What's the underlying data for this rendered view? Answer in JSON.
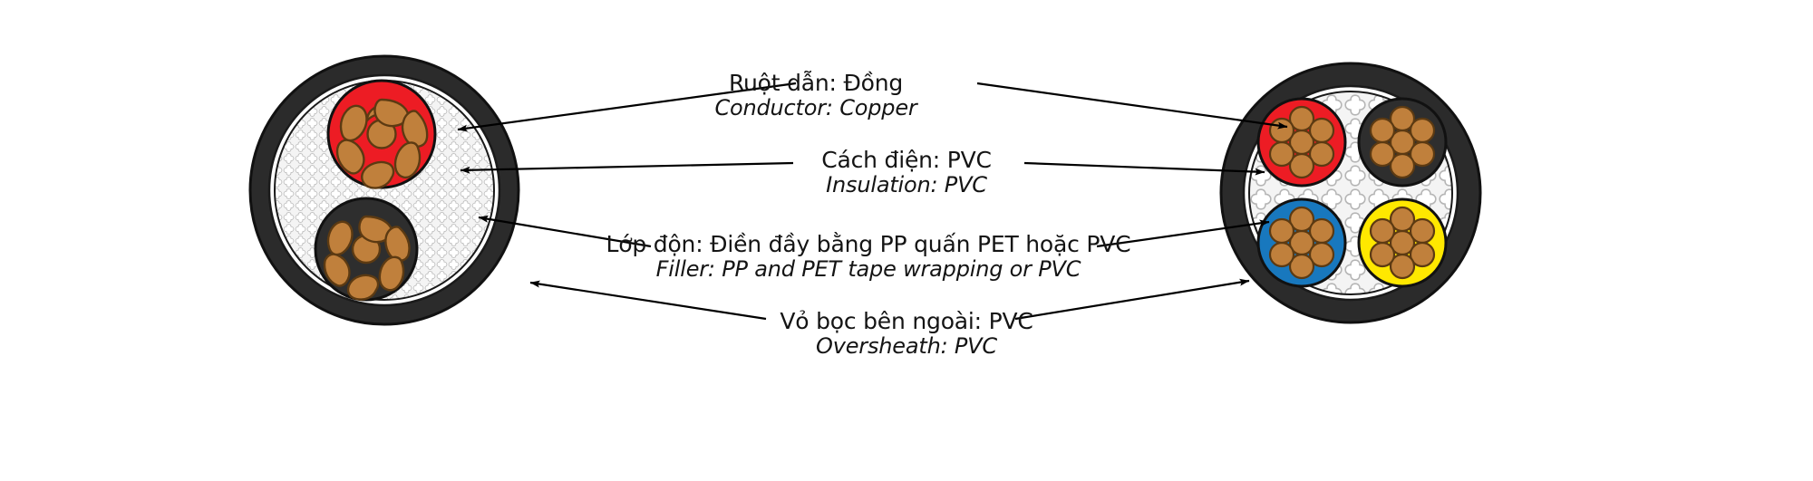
{
  "diagram": {
    "title": "Cable cross-section construction diagram",
    "background": "#ffffff"
  },
  "labels": [
    {
      "key": "conductor",
      "vi": "Ruột dẫn: Đồng",
      "en": "Conductor: Copper",
      "name": "label-conductor"
    },
    {
      "key": "insulation",
      "vi": "Cách điện: PVC",
      "en": "Insulation: PVC",
      "name": "label-insulation"
    },
    {
      "key": "filler",
      "vi": "Lớp độn: Điền đầy bằng PP quấn PET hoặc PVC",
      "en": "Filler: PP and PET tape wrapping or PVC",
      "name": "label-filler"
    },
    {
      "key": "oversheath",
      "vi": "Vỏ bọc bên ngoài: PVC",
      "en": "Oversheath: PVC",
      "name": "label-oversheath"
    }
  ],
  "colors": {
    "sheath_dark": "#2b2b2b",
    "sheath_edge": "#151515",
    "filler_white": "#f2f2f2",
    "filler_texture": "#c9c9c9",
    "gap_ring": "#ffffff",
    "insulation_red": "#ed1c24",
    "insulation_black": "#2e2e2e",
    "insulation_blue": "#1878be",
    "insulation_yellow": "#ffe800",
    "copper": "#c0803c",
    "copper_outline": "#5c3a12",
    "leader_line": "#000000",
    "text": "#141414"
  },
  "cables": [
    {
      "key": "two-core",
      "name": "two-core-cable",
      "position": "left",
      "cores": [
        {
          "insulation": "red",
          "conductor": "copper",
          "strands": 7,
          "strand_shape": "compacted"
        },
        {
          "insulation": "black",
          "conductor": "copper",
          "strands": 7,
          "strand_shape": "compacted"
        }
      ],
      "layers": [
        "conductor",
        "insulation",
        "filler",
        "oversheath"
      ]
    },
    {
      "key": "four-core",
      "name": "four-core-cable",
      "position": "right",
      "cores": [
        {
          "insulation": "red",
          "conductor": "copper",
          "strands": 7,
          "strand_shape": "round"
        },
        {
          "insulation": "black",
          "conductor": "copper",
          "strands": 7,
          "strand_shape": "round"
        },
        {
          "insulation": "blue",
          "conductor": "copper",
          "strands": 7,
          "strand_shape": "round"
        },
        {
          "insulation": "yellow",
          "conductor": "copper",
          "strands": 7,
          "strand_shape": "round"
        }
      ],
      "layers": [
        "conductor",
        "insulation",
        "filler",
        "oversheath"
      ]
    }
  ],
  "leaders": [
    {
      "name": "leader-conductor-left",
      "target": "left-red-core-conductor"
    },
    {
      "name": "leader-insulation-left",
      "target": "left-red-core-insulation"
    },
    {
      "name": "leader-filler-left",
      "target": "left-filler"
    },
    {
      "name": "leader-oversheath-left",
      "target": "left-oversheath"
    },
    {
      "name": "leader-conductor-right",
      "target": "right-red-core-conductor"
    },
    {
      "name": "leader-insulation-right",
      "target": "right-red-core-insulation"
    },
    {
      "name": "leader-filler-right",
      "target": "right-filler"
    },
    {
      "name": "leader-oversheath-right",
      "target": "right-oversheath"
    }
  ]
}
